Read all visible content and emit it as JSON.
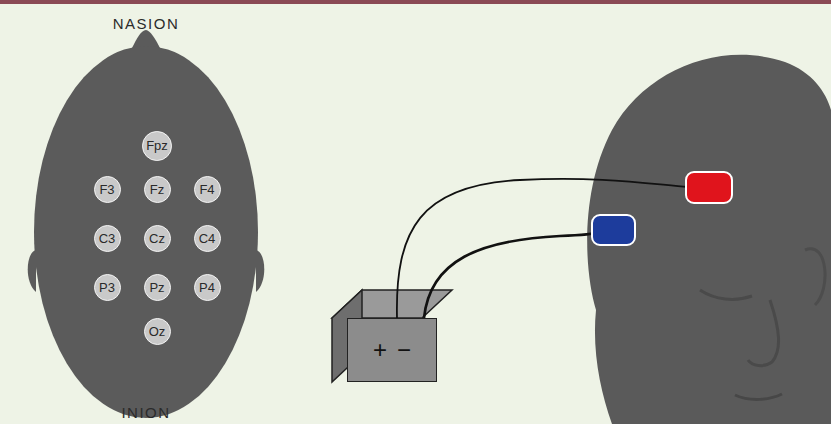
{
  "diagram": {
    "nodes": [
      {
        "text": [
          "Fpz"
        ]
      },
      {
        "text": [
          "F3"
        ]
      },
      {
        "text": [
          "Fz"
        ]
      },
      {
        "text": [
          "F4"
        ]
      },
      {
        "text": [
          "C3"
        ]
      },
      {
        "text": [
          "Cz"
        ]
      },
      {
        "text": [
          "C4"
        ]
      },
      {
        "text": [
          "P3"
        ]
      },
      {
        "text": [
          "Pz"
        ]
      },
      {
        "text": [
          "P4"
        ]
      },
      {
        "text": [
          "Oz"
        ]
      },
      {
        "text": [
          "+",
          "−"
        ]
      }
    ],
    "edges": [],
    "labels": [
      "NASION",
      "INION"
    ]
  }
}
